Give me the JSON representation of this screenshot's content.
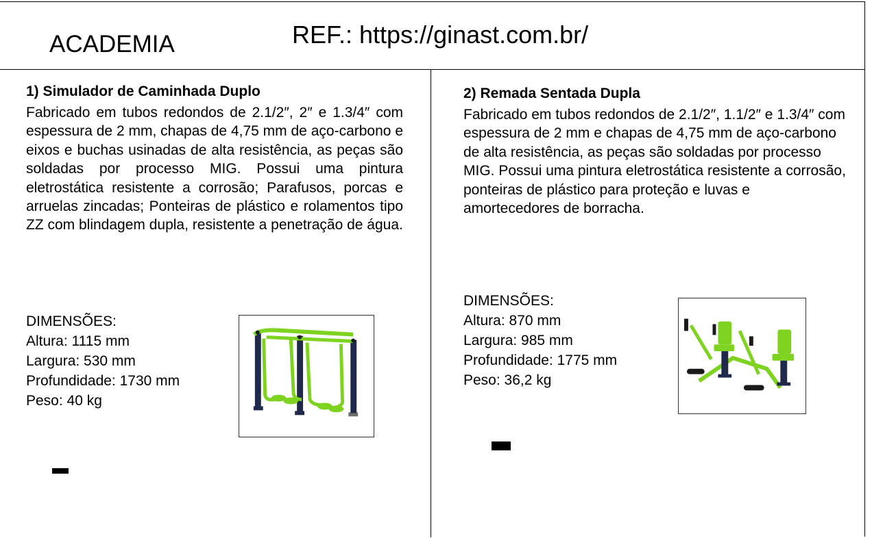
{
  "header": {
    "section_title": "ACADEMIA",
    "reference": "REF.: https://ginast.com.br/"
  },
  "products": [
    {
      "heading": "1) Simulador de Caminhada Duplo",
      "description": "Fabricado em tubos redondos de 2.1/2″, 2″ e 1.3/4″ com espessura de 2 mm, chapas de 4,75 mm de aço-carbono e eixos e buchas usinadas de alta resistência, as peças são soldadas por processo MIG. Possui uma pintura eletrostática resistente a corrosão; Parafusos, porcas e arruelas zincadas; Ponteiras de plástico e rolamentos tipo ZZ com blindagem dupla, resistente a penetração de água.",
      "dimensions_label": "DIMENSÕES:",
      "dimensions": [
        "Altura: 1115 mm",
        "Largura: 530 mm",
        "Profundidade: 1730 mm",
        "Peso: 40 kg"
      ]
    },
    {
      "heading": "2) Remada Sentada Dupla",
      "description": "Fabricado em tubos redondos de 2.1/2″, 1.1/2″ e 1.3/4″ com espessura de 2 mm e chapas de 4,75 mm de aço-carbono de alta resistência, as peças são soldadas por processo MIG. Possui uma pintura eletrostática resistente a corrosão, ponteiras de plástico para proteção e luvas e amortecedores de borracha.",
      "dimensions_label": "DIMENSÕES:",
      "dimensions": [
        "Altura: 870 mm",
        "Largura: 985 mm",
        "Profundidade: 1775 mm",
        "Peso: 36,2 kg"
      ]
    }
  ],
  "colors": {
    "equipment_green": "#7ed321",
    "frame_navy": "#1f2a4a",
    "rubber_black": "#1a1a1a"
  }
}
